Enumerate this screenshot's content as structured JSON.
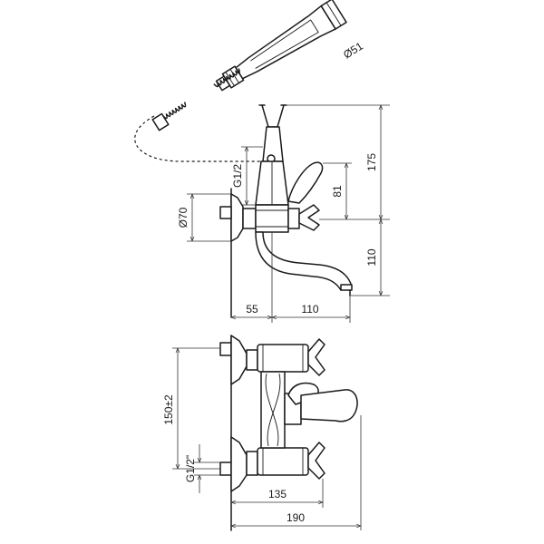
{
  "title": "",
  "dimensions": {
    "shower_diameter": "Ø51",
    "height_total": "175",
    "height_handle": "81",
    "height_spout": "110",
    "thread_side": "G1/2",
    "flange_diameter": "Ø70",
    "width_wall": "55",
    "width_spout": "110",
    "center_distance": "150±2",
    "thread_inlet": "G1/2\"",
    "width_body": "135",
    "width_total": "190"
  }
}
